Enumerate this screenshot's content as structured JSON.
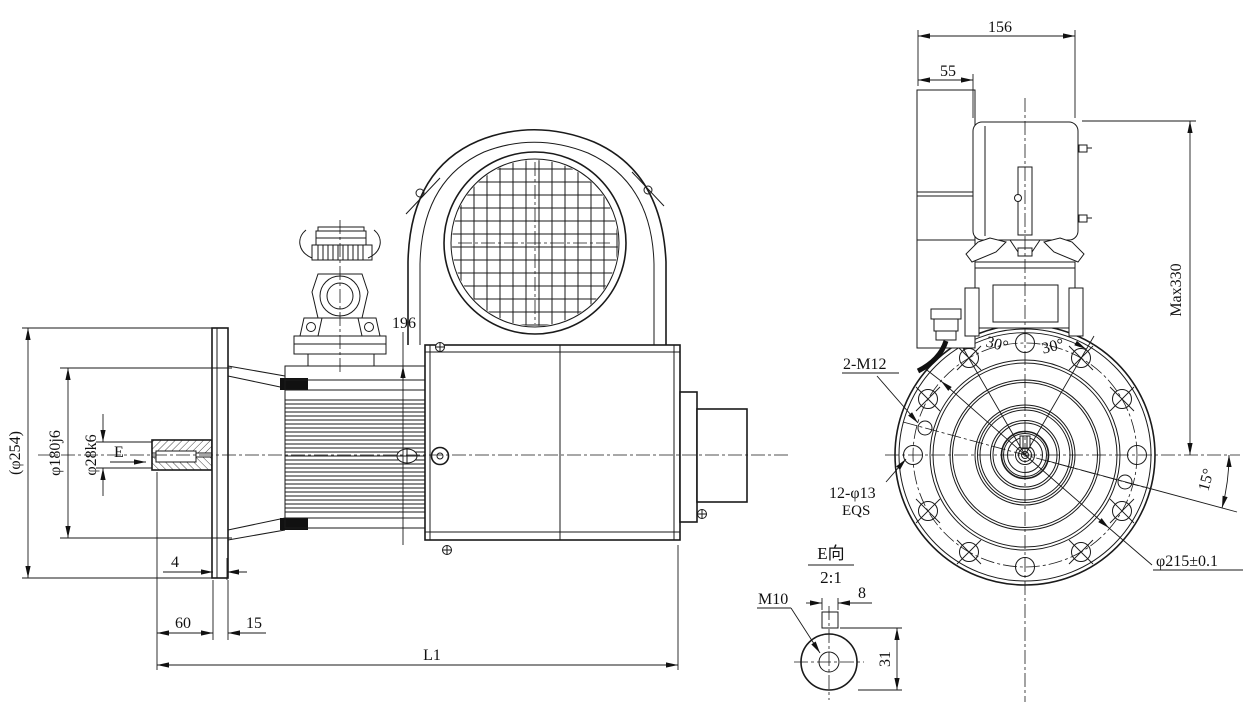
{
  "drawing": {
    "side_view": {
      "dim_phi254": "(φ254)",
      "dim_phi180": "φ180j6",
      "dim_phi28": "φ28k6",
      "view_arrow_label": "E",
      "dim_4": "4",
      "dim_60": "60",
      "dim_15": "15",
      "dim_196": "196",
      "dim_L1": "L1"
    },
    "front_view": {
      "dim_156": "156",
      "dim_55": "55",
      "dim_max330": "Max330",
      "dim_30_left": "30°",
      "dim_30_right": "30°",
      "label_tapped_holes": "2-M12",
      "label_bolt_holes": "12-φ13",
      "label_bolt_holes_note": "EQS",
      "dim_15deg": "15°",
      "dim_pcd": "φ215±0.1"
    },
    "detail_view": {
      "title": "E向",
      "scale": "2:1",
      "label_thread": "M10",
      "dim_8": "8",
      "dim_31": "31"
    }
  }
}
